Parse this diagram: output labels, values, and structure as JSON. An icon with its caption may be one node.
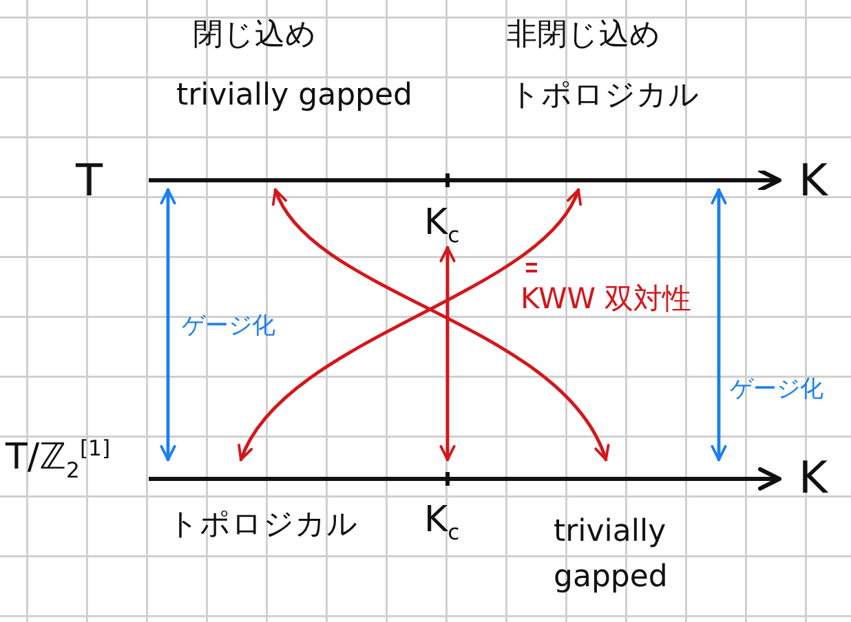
{
  "diagram": {
    "nodes": [
      {
        "text": [],
        "shape": "bar"
      },
      {
        "text": [
          "K$_{c}$"
        ]
      },
      {
        "text": [],
        "shape": "bar"
      }
    ],
    "edges": [
      {
        "from": 0,
        "to": 2,
        "arrow": "both",
        "label": "ゲージ化",
        "color": "#1a7ff0"
      },
      {
        "from": 0,
        "to": 2,
        "arrow": "both"
      },
      {
        "from": 1,
        "to": 2,
        "arrow": "both"
      },
      {
        "from": 0,
        "to": 2,
        "arrow": "both"
      },
      {
        "from": 0,
        "to": 2,
        "arrow": "both",
        "label": "ゲージ化",
        "color": "#1a7ff0"
      }
    ],
    "labels": [
      "閉じ込め",
      "非閉じ込め",
      "trivially gapped",
      "トポロジカル",
      "T",
      "K",
      "KWW 双対性",
      "T/ℤ$_{2}$$^{[1]}$",
      "K",
      "トポロジカル",
      "K$_{c}$",
      "trivially gapped"
    ]
  }
}
